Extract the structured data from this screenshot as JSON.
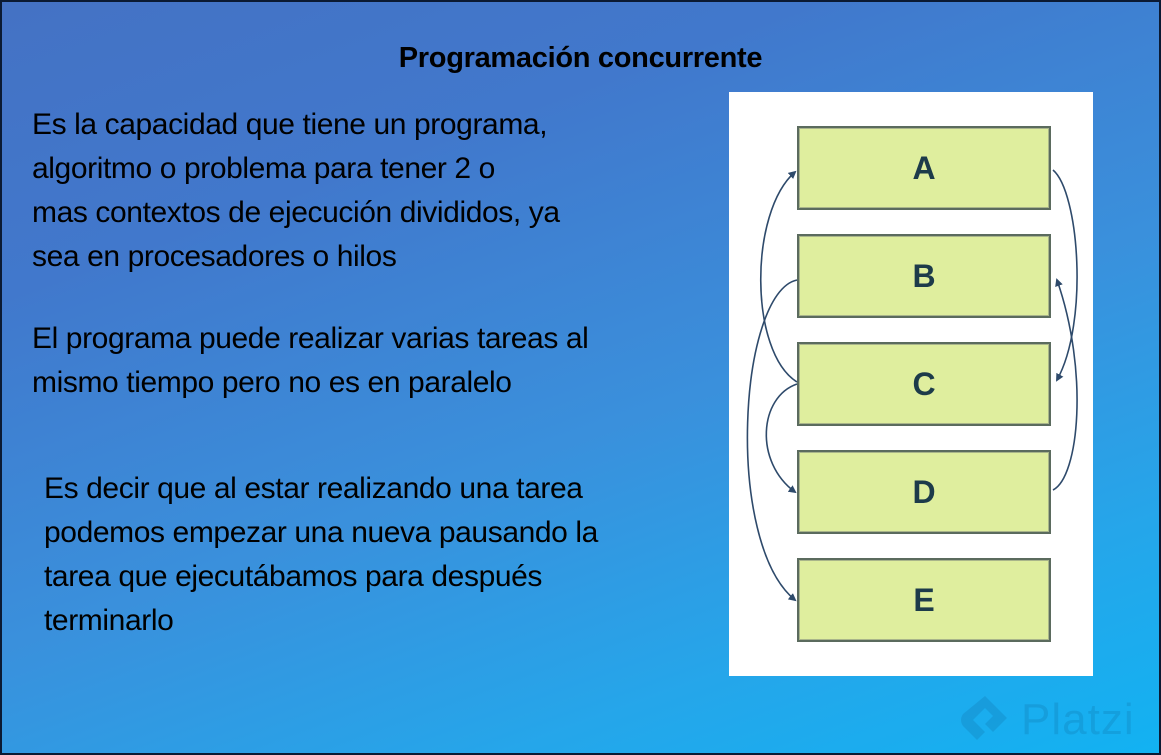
{
  "slide": {
    "title": "Programación concurrente",
    "paragraphs": [
      {
        "lines": [
          "Es la capacidad que tiene un programa,",
          "algoritmo o problema para tener 2 o",
          "mas contextos de ejecución divididos, ya",
          "sea en procesadores o hilos"
        ]
      },
      {
        "lines": [
          "El programa puede realizar varias tareas al",
          "mismo tiempo pero no es en paralelo"
        ]
      },
      {
        "lines": [
          "Es decir que al estar realizando una tarea",
          "podemos empezar una nueva pausando la",
          "tarea que ejecutábamos para después",
          "terminarlo"
        ]
      }
    ]
  },
  "diagram": {
    "boxes": [
      {
        "label": "A"
      },
      {
        "label": "B"
      },
      {
        "label": "C"
      },
      {
        "label": "D"
      },
      {
        "label": "E"
      }
    ],
    "edges": [
      {
        "from": "C",
        "to": "A",
        "side": "left"
      },
      {
        "from": "B",
        "to": "E",
        "side": "left"
      },
      {
        "from": "C",
        "to": "D",
        "side": "left"
      },
      {
        "from": "A",
        "to": "C",
        "side": "right"
      },
      {
        "from": "D",
        "to": "B",
        "side": "right"
      }
    ],
    "colors": {
      "box_fill": "#dfee9e",
      "box_border": "#5b6b5e",
      "arrow": "#2e4a6b",
      "label": "#1d3b4a"
    }
  },
  "watermark": {
    "text": "Platzi",
    "icon": "platzi-logo-icon"
  },
  "colors": {
    "background_start": "#4472c4",
    "background_end": "#12b2f2"
  }
}
